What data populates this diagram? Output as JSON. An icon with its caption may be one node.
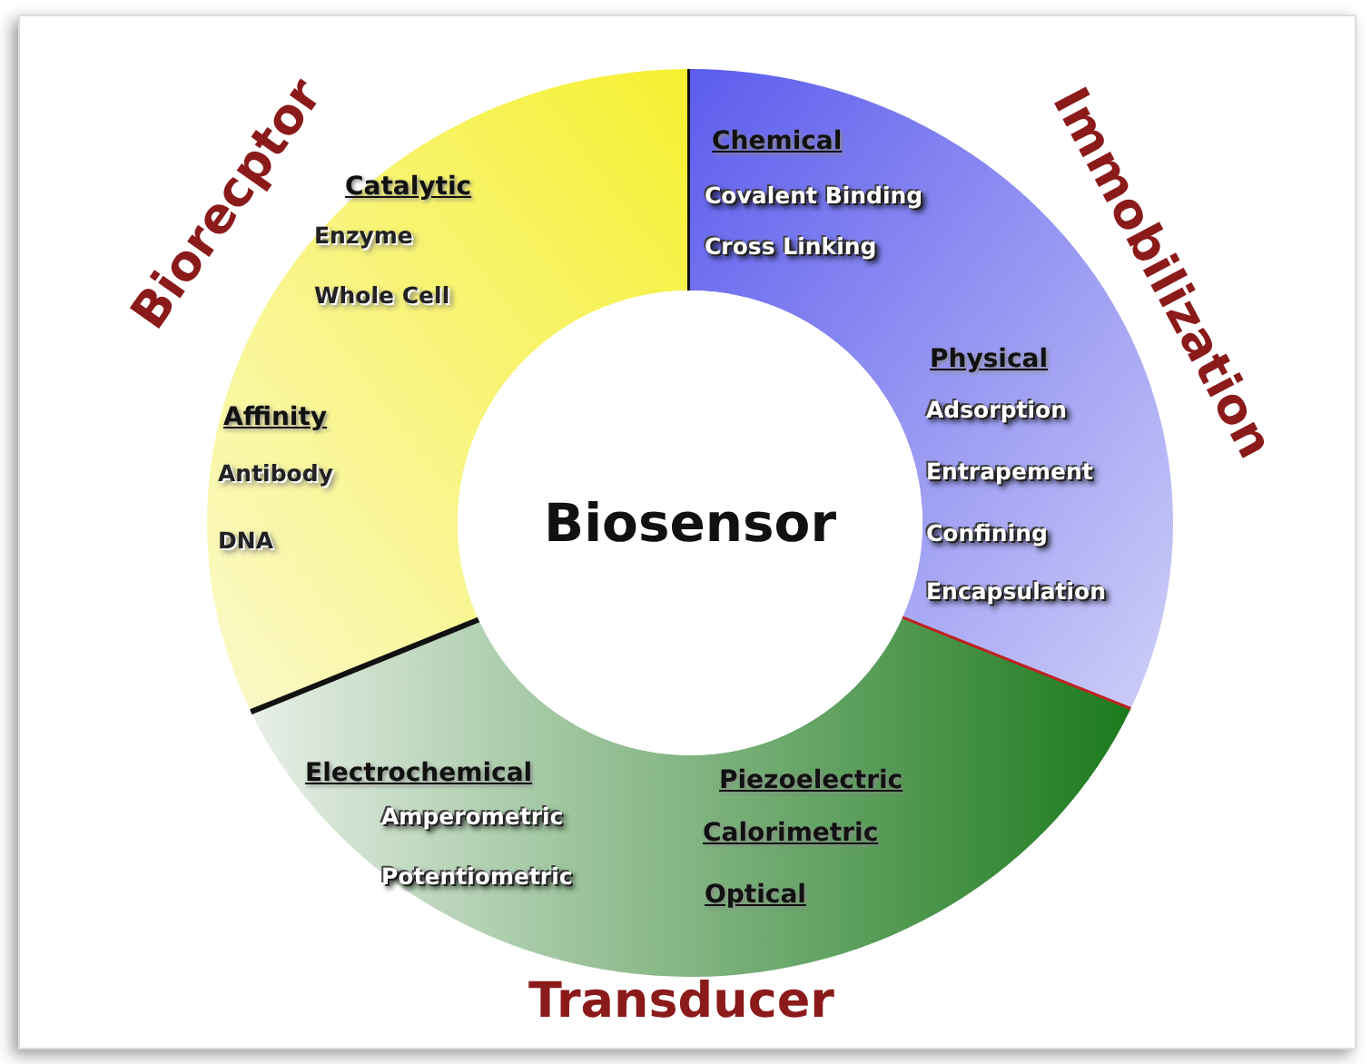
{
  "diagram": {
    "nodes": [
      {
        "text": [
          "Biorecptor",
          "Catalytic",
          "Enzyme",
          "Whole Cell",
          "Affinity",
          "Antibody",
          "DNA"
        ]
      },
      {
        "text": [
          "Immobilization",
          "Chemical",
          "Covalent Binding",
          "Cross Linking",
          "Physical",
          "Adsorption",
          "Entrapement",
          "Confining",
          "Encapsulation"
        ]
      },
      {
        "text": [
          "Biosensor"
        ]
      },
      {
        "text": [
          "Transducer",
          "Electrochemical",
          "Amperometric",
          "Potentiometric",
          "Piezoelectric",
          "Calorimetric",
          "Optical"
        ]
      }
    ]
  }
}
